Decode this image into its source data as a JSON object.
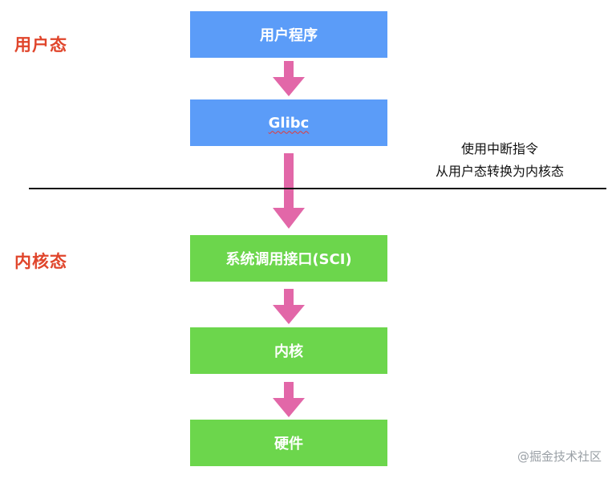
{
  "zones": {
    "user": {
      "label": "用户态"
    },
    "kernel": {
      "label": "内核态"
    }
  },
  "boxes": [
    {
      "label": "用户程序"
    },
    {
      "label": "Glibc"
    },
    {
      "label": "系统调用接口(SCI)"
    },
    {
      "label": "内核"
    },
    {
      "label": "硬件"
    }
  ],
  "note": {
    "line1": "使用中断指令",
    "line2": "从用户态转换为内核态"
  },
  "watermark": "@掘金技术社区",
  "colors": {
    "zone_label": "#e0452b",
    "user_box": "#5b9cf8",
    "kernel_box": "#6cd64c",
    "arrow": "#e267a8",
    "divider": "#111111"
  }
}
